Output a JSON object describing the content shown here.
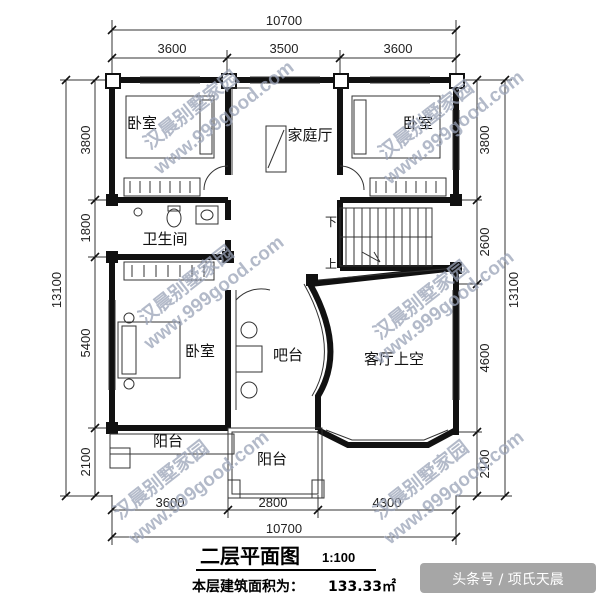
{
  "dimensions": {
    "top_total": "10700",
    "top_segments": [
      "3600",
      "3500",
      "3600"
    ],
    "bottom_segments": [
      "3600",
      "2800",
      "4300"
    ],
    "bottom_total": "10700",
    "left_total": "13100",
    "left_segments": [
      "3800",
      "1800",
      "5400",
      "2100"
    ],
    "right_total": "13100",
    "right_segments": [
      "3800",
      "2600",
      "4600",
      "2100"
    ]
  },
  "rooms": {
    "bedroom_nw": "卧室",
    "bedroom_ne": "卧室",
    "family_hall": "家庭厅",
    "bathroom": "卫生间",
    "bedroom_sw": "卧室",
    "bar": "吧台",
    "living_void": "客厅上空",
    "balcony_left": "阳台",
    "balcony_bottom": "阳台",
    "stair_down": "下",
    "stair_up": "上"
  },
  "watermarks": [
    "汉晨别墅家园",
    "www.999good.com"
  ],
  "title": {
    "main": "二层平面图",
    "scale": "1:100",
    "area_label": "本层建筑面积为：",
    "area_value": "133.33㎡"
  },
  "credit": "头条号 / 项氏天晨"
}
